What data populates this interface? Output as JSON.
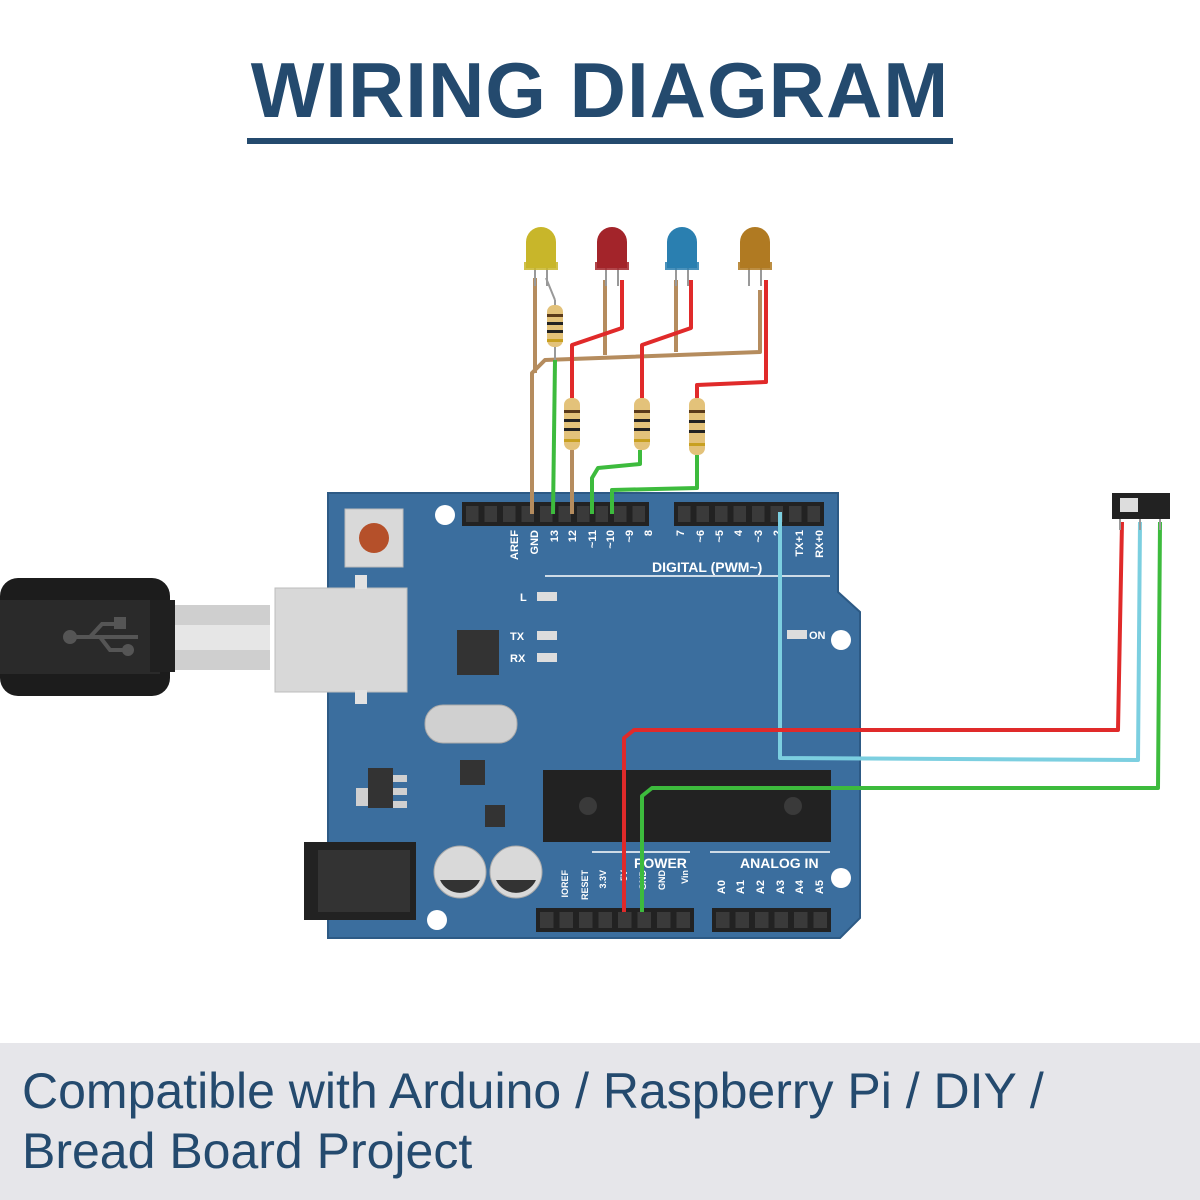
{
  "title": "WIRING DIAGRAM",
  "footer": {
    "line1": "Compatible with Arduino / Raspberry Pi / DIY /",
    "line2": "Bread Board Project"
  },
  "board": {
    "digital_header_label": "DIGITAL (PWM~)",
    "power_label": "POWER",
    "analog_label": "ANALOG IN",
    "led_l": "L",
    "led_tx": "TX",
    "led_rx": "RX",
    "led_on": "ON",
    "digital_pins": [
      "AREF",
      "GND",
      "13",
      "12",
      "~11",
      "~10",
      "~9",
      "8",
      "7",
      "~6",
      "~5",
      "4",
      "~3",
      "2",
      "TX+1",
      "RX+0"
    ],
    "power_pins": [
      "IOREF",
      "RESET",
      "3.3V",
      "5V",
      "GND",
      "GND",
      "Vin"
    ],
    "analog_pins": [
      "A0",
      "A1",
      "A2",
      "A3",
      "A4",
      "A5"
    ]
  },
  "leds": [
    {
      "color": "yellow",
      "hex": "#c8b62a"
    },
    {
      "color": "red",
      "hex": "#a3242a"
    },
    {
      "color": "blue",
      "hex": "#2a7fb0"
    },
    {
      "color": "orange",
      "hex": "#b07a22"
    }
  ],
  "colors": {
    "title": "#244a6e",
    "board": "#3b6e9e",
    "wire_red": "#e02a2a",
    "wire_green": "#3dbb3d",
    "wire_cyan": "#7ccfe0",
    "wire_brown": "#b58c5e"
  }
}
